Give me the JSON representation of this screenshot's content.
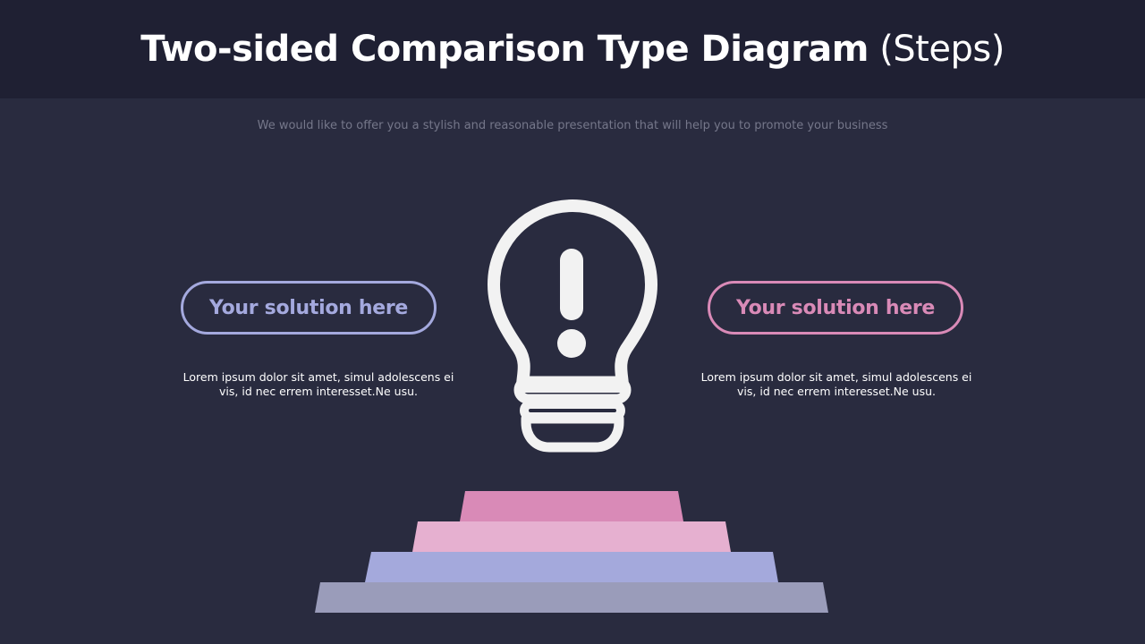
{
  "header": {
    "title_bold": "Two-sided Comparison Type Diagram",
    "title_light": "(Steps)",
    "subtitle": "We would like to offer you a stylish and reasonable presentation that will help you to promote your business"
  },
  "left": {
    "label": "Your solution here",
    "description": "Lorem ipsum dolor sit amet, simul adolescens ei vis, id nec errem interesset.Ne usu.",
    "accent": "#a4a9de"
  },
  "right": {
    "label": "Your solution here",
    "description": "Lorem ipsum dolor sit amet, simul adolescens ei vis, id nec errem interesset.Ne usu.",
    "accent": "#d98ab7"
  },
  "center": {
    "icon": "lightbulb-exclamation-icon",
    "icon_color": "#f2f2f2"
  },
  "steps": {
    "count": 4,
    "colors": [
      "#d98ab7",
      "#e6b0d0",
      "#a4a9dc",
      "#9a9cba"
    ]
  }
}
